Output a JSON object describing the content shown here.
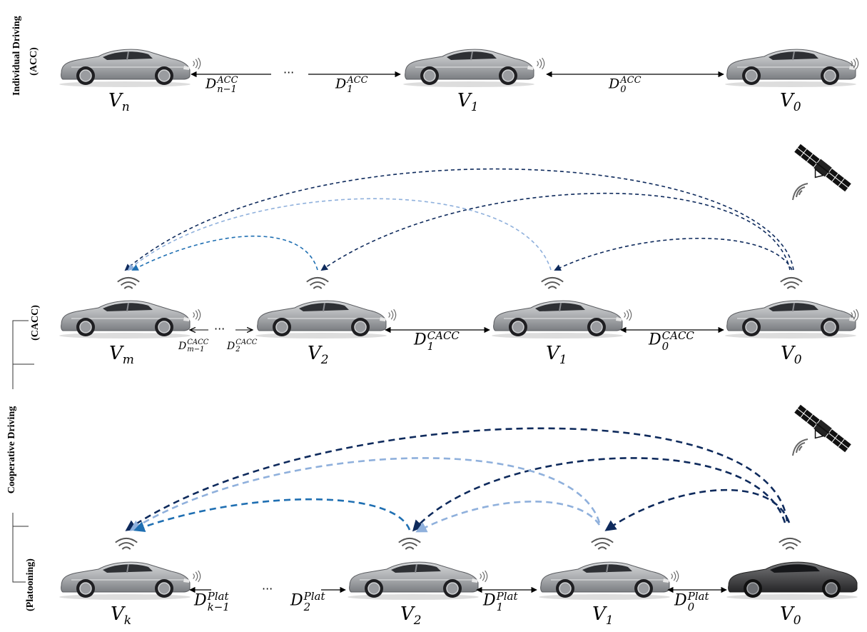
{
  "sections": {
    "acc": {
      "line1": "Individual Driving",
      "line2": "(ACC)"
    },
    "cooperative": {
      "title": "Cooperative Driving",
      "cacc": "(CACC)",
      "platoon": "(Platooning)"
    }
  },
  "vehicles": {
    "row1": [
      {
        "base": "V",
        "sub": "n"
      },
      {
        "base": "V",
        "sub": "1"
      },
      {
        "base": "V",
        "sub": "0"
      }
    ],
    "row2": [
      {
        "base": "V",
        "sub": "m"
      },
      {
        "base": "V",
        "sub": "2"
      },
      {
        "base": "V",
        "sub": "1"
      },
      {
        "base": "V",
        "sub": "0"
      }
    ],
    "row3": [
      {
        "base": "V",
        "sub": "k"
      },
      {
        "base": "V",
        "sub": "2"
      },
      {
        "base": "V",
        "sub": "1"
      },
      {
        "base": "V",
        "sub": "0"
      }
    ]
  },
  "gaps": {
    "row1": [
      {
        "base": "D",
        "sup": "ACC",
        "sub": "n−1"
      },
      {
        "base": "D",
        "sup": "ACC",
        "sub": "1"
      },
      {
        "base": "D",
        "sup": "ACC",
        "sub": "0"
      }
    ],
    "row2": [
      {
        "base": "D",
        "sup": "CACC",
        "sub": "m−1"
      },
      {
        "base": "D",
        "sup": "CACC",
        "sub": "2"
      },
      {
        "base": "D",
        "sup": "CACC",
        "sub": "1"
      },
      {
        "base": "D",
        "sup": "CACC",
        "sub": "0"
      }
    ],
    "row3": [
      {
        "base": "D",
        "sup": "Plat",
        "sub": "k−1"
      },
      {
        "base": "D",
        "sup": "Plat",
        "sub": "2"
      },
      {
        "base": "D",
        "sup": "Plat",
        "sub": "1"
      },
      {
        "base": "D",
        "sup": "Plat",
        "sub": "0"
      }
    ]
  },
  "ellipsis": "···",
  "colors": {
    "car_body": "#a9abae",
    "car_lead": "#4a4a4c",
    "link_dark": "#0e2a5c",
    "link_mid": "#1f6fb2",
    "link_light": "#8fb0dc",
    "signal": "#555555"
  },
  "icons": [
    "car-icon",
    "wireless-signal-icon",
    "satellite-icon"
  ]
}
